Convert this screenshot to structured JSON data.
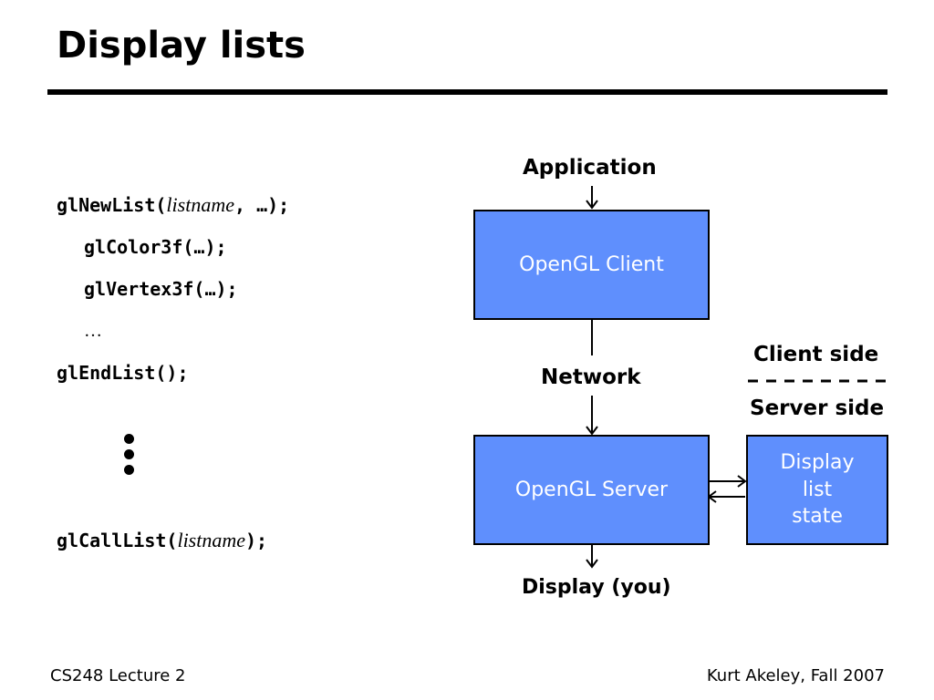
{
  "slide": {
    "title": "Display lists",
    "footer_left": "CS248 Lecture 2",
    "footer_right": "Kurt Akeley, Fall 2007"
  },
  "code": {
    "newlist_fn": "glNewList(",
    "newlist_arg": "listname",
    "newlist_rest": ", …);",
    "color": "glColor3f(…);",
    "vertex": "glVertex3f(…);",
    "ellipsis": "…",
    "endlist": "glEndList();",
    "calllist_fn": "glCallList(",
    "calllist_arg": "listname",
    "calllist_rest": ");"
  },
  "diagram": {
    "application": "Application",
    "client_box": "OpenGL Client",
    "network": "Network",
    "server_box": "OpenGL Server",
    "display": "Display (you)",
    "client_side": "Client side",
    "server_side": "Server side",
    "state_box_lines": [
      "Display",
      "list",
      "state"
    ],
    "box_color": "#5f8ffd"
  }
}
